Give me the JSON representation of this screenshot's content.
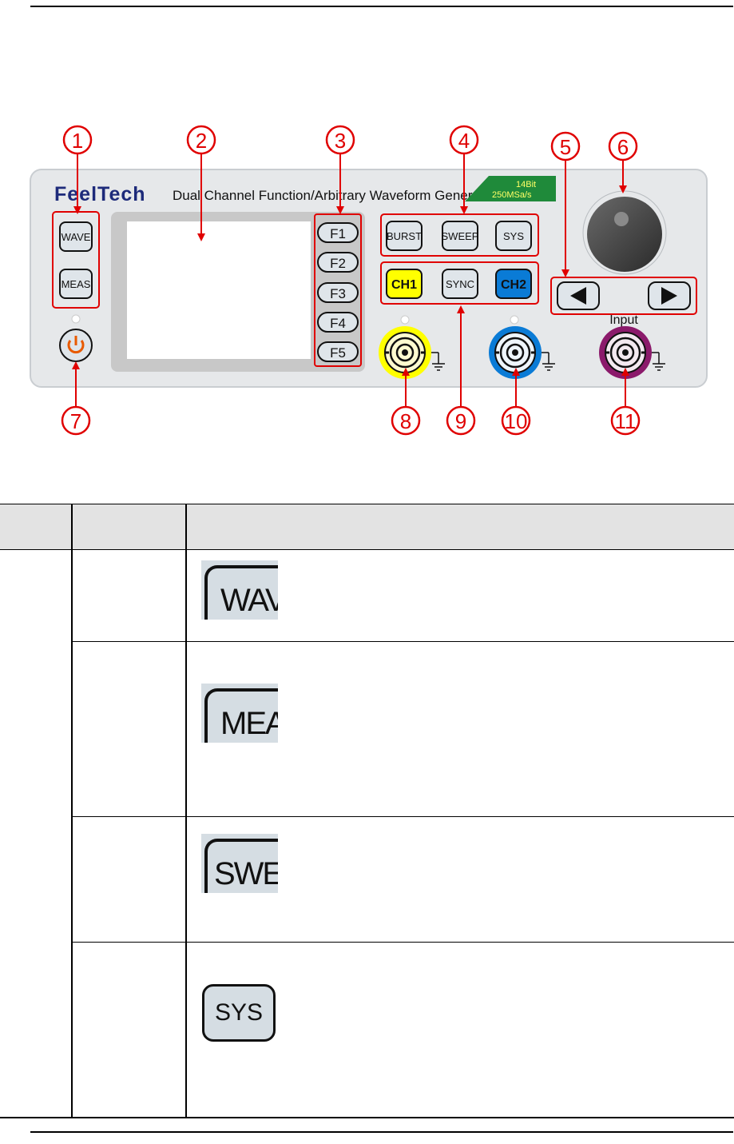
{
  "panel": {
    "brand": "FeelTech",
    "model_title": "Dual Channel Function/Arbitrary Waveform Generator",
    "spec_line1": "14Bit",
    "spec_line2": "250MSa/s",
    "buttons": {
      "wave": "WAVE",
      "meas": "MEAS",
      "burst": "BURST",
      "sweep": "SWEEP",
      "sys": "SYS",
      "ch1": "CH1",
      "sync": "SYNC",
      "ch2": "CH2"
    },
    "function_keys": [
      "F1",
      "F2",
      "F3",
      "F4",
      "F5"
    ],
    "input_label": "Input",
    "colors": {
      "callout": "#e00000",
      "ch1": "#ffff00",
      "ch2": "#0a7bd6",
      "input_port": "#8b1a6b",
      "spec_badge": "#1f8a3a"
    }
  },
  "callouts": [
    "1",
    "2",
    "3",
    "4",
    "5",
    "6",
    "7",
    "8",
    "9",
    "10",
    "11"
  ],
  "table": {
    "key_images": {
      "wave": "WAV",
      "meas": "MEA",
      "sweep": "SWEE",
      "sys": "SYS"
    }
  }
}
